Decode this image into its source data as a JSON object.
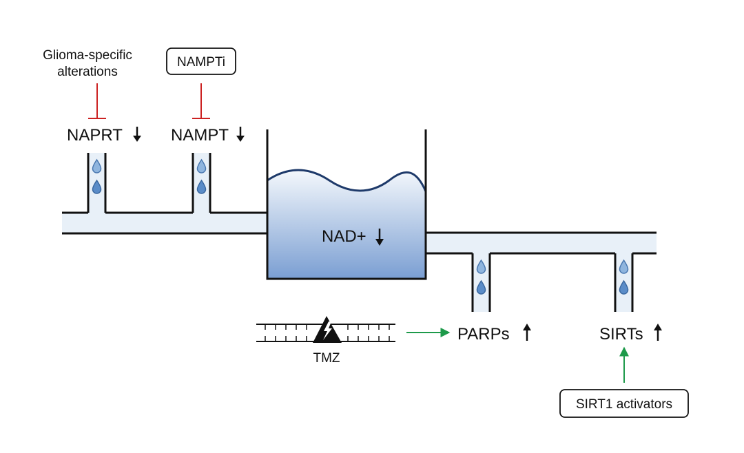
{
  "labels": {
    "glioma_line1": "Glioma-specific",
    "glioma_line2": "alterations",
    "nampti": "NAMPTi",
    "naprt": "NAPRT",
    "nampt": "NAMPT",
    "nad": "NAD+",
    "tmz": "TMZ",
    "parps": "PARPs",
    "sirts": "SIRTs",
    "sirt1_activators": "SIRT1 activators"
  },
  "arrows": {
    "naprt": "down",
    "nampt": "down",
    "nad": "down",
    "parps": "up",
    "sirts": "up"
  },
  "colors": {
    "inhibition": "#cc2222",
    "activation": "#1e9a4a",
    "pipe_fill": "#e8f0f8",
    "tank_top": "#f4f8fc",
    "tank_bottom": "#7a9ed2",
    "water_line": "#1e3a6a",
    "drop_fill": "#8fb5de",
    "drop_stroke": "#4a78b0"
  },
  "icons": [
    "water-drop-icon",
    "lightning-icon",
    "down-arrow-icon",
    "up-arrow-icon",
    "inhibition-arrow-icon",
    "activation-arrow-icon",
    "dna-icon"
  ]
}
